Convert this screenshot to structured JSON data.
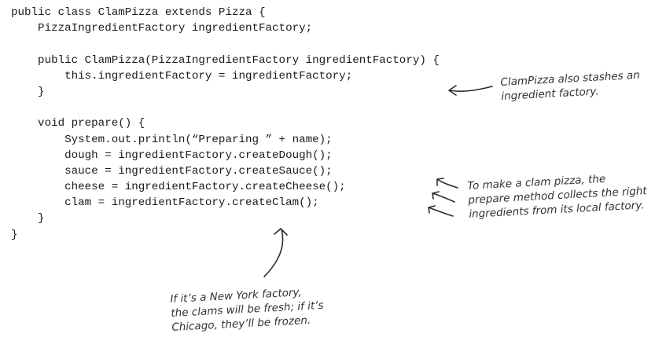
{
  "code_lines": [
    "public class ClamPizza extends Pizza {",
    "    PizzaIngredientFactory ingredientFactory;",
    "",
    "    public ClamPizza(PizzaIngredientFactory ingredientFactory) {",
    "        this.ingredientFactory = ingredientFactory;",
    "    }",
    "",
    "    void prepare() {",
    "        System.out.println(“Preparing ” + name);",
    "        dough = ingredientFactory.createDough();",
    "        sauce = ingredientFactory.createSauce();",
    "        cheese = ingredientFactory.createCheese();",
    "        clam = ingredientFactory.createClam();",
    "    }",
    "}"
  ],
  "annotations": {
    "factory_note": [
      "ClamPizza also stashes an",
      "ingredient factory."
    ],
    "prepare_note": [
      "To make a clam pizza, the",
      "prepare method collects the right",
      "ingredients from its local factory."
    ],
    "clam_note": [
      "If it’s a New York factory,",
      "the clams will be fresh; if it’s",
      "Chicago, they’ll be frozen."
    ]
  }
}
